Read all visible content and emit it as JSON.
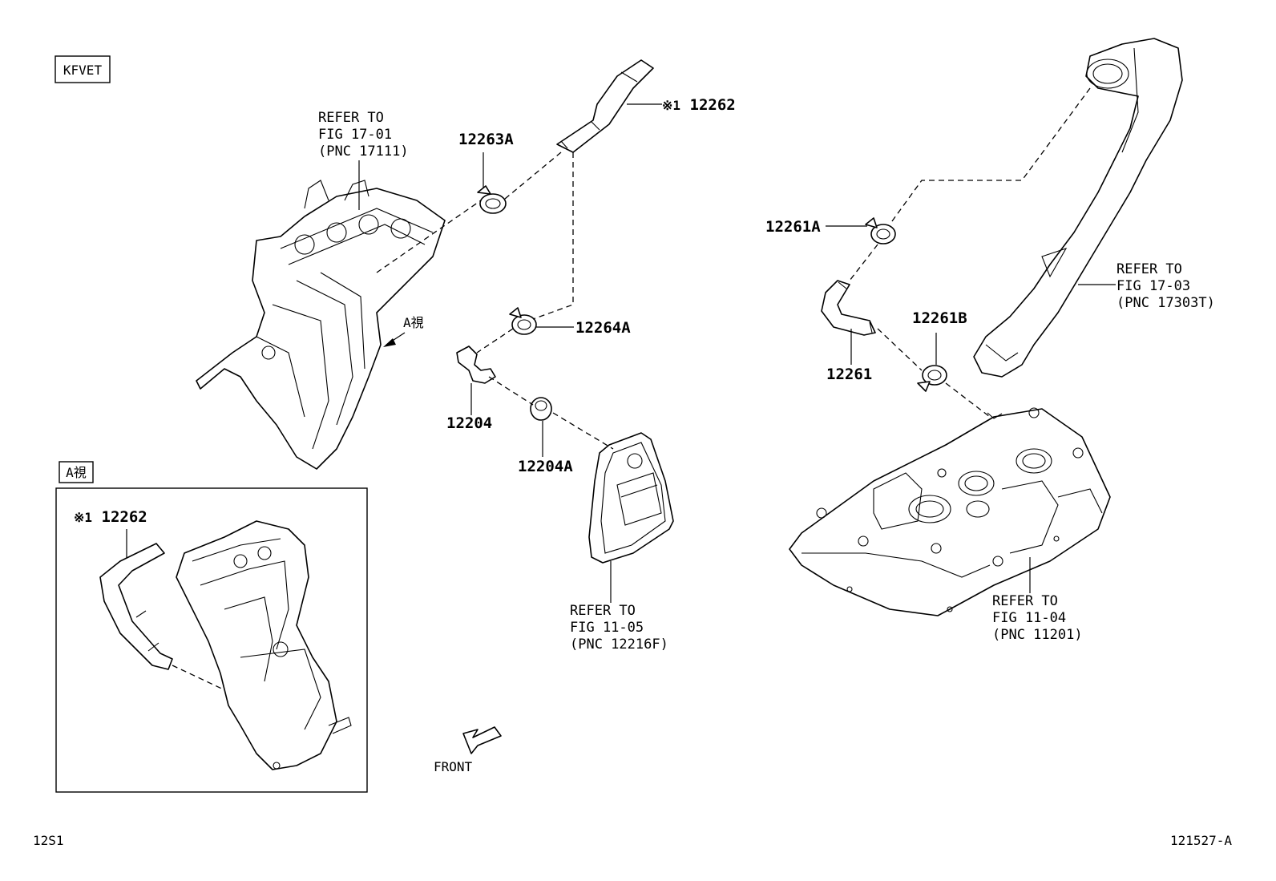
{
  "header": {
    "engine_code": "KFVET"
  },
  "view": {
    "tag": "A視",
    "arrow_label": "A視"
  },
  "parts": {
    "p12262": "12262",
    "p12262_mark": "※1",
    "p12263A": "12263A",
    "p12264A": "12264A",
    "p12204": "12204",
    "p12204A": "12204A",
    "p12261A": "12261A",
    "p12261B": "12261B",
    "p12261": "12261",
    "inset_12262": "12262",
    "inset_mark": "※1"
  },
  "refs": {
    "intake_manifold": [
      "REFER TO",
      "FIG 17-01",
      "(PNC 17111)"
    ],
    "air_hose": [
      "REFER TO",
      "FIG 17-03",
      "(PNC 17303T)"
    ],
    "gasket_plate": [
      "REFER TO",
      "FIG 11-05",
      "(PNC 12216F)"
    ],
    "head_cover": [
      "REFER TO",
      "FIG 11-04",
      "(PNC 11201)"
    ]
  },
  "front_label": "FRONT",
  "footer": {
    "left_code": "12S1",
    "right_code": "121527-A"
  }
}
